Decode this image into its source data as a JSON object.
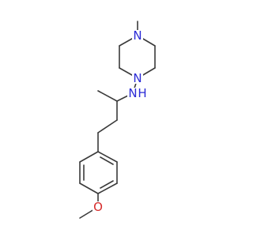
{
  "structure": {
    "atoms": {
      "n_top": {
        "symbol": "N",
        "color": "#2b2bd6"
      },
      "n_bottom": {
        "symbol": "N",
        "color": "#2b2bd6"
      },
      "amine_n": {
        "symbol": "N",
        "color": "#2b2bd6"
      },
      "amine_h": {
        "symbol": "H",
        "color": "#2b2bd6"
      },
      "ether_o": {
        "symbol": "O",
        "color": "#d62b2b"
      }
    },
    "bond_color": "#3a3a3a"
  }
}
